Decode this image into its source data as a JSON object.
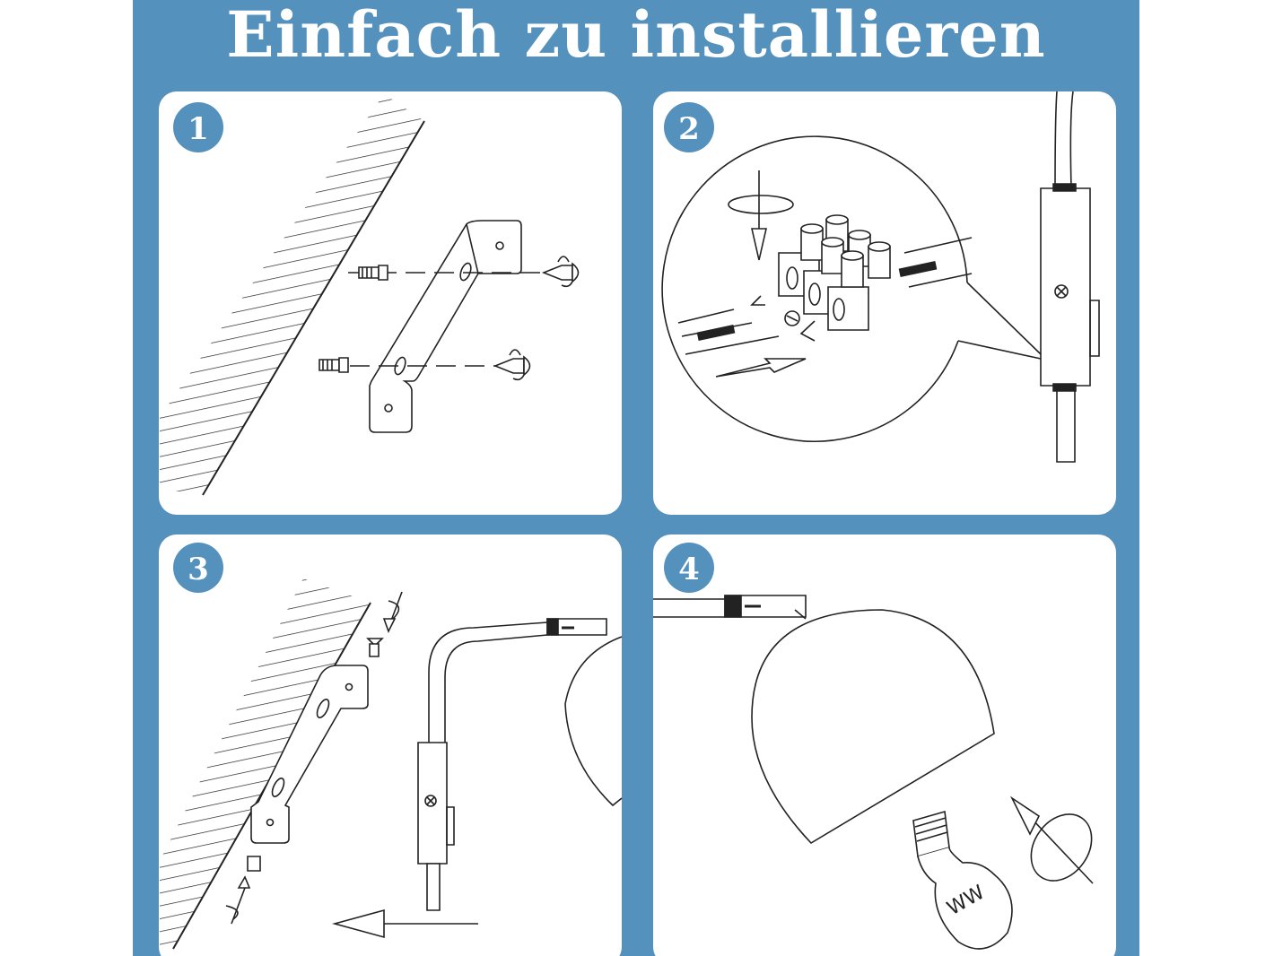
{
  "title": "Einfach zu installieren",
  "colors": {
    "background": "#5591bd",
    "panel": "#ffffff",
    "line": "#222222"
  },
  "steps": [
    {
      "number": "1"
    },
    {
      "number": "2"
    },
    {
      "number": "3"
    },
    {
      "number": "4"
    }
  ],
  "bulb_marking": "WW"
}
